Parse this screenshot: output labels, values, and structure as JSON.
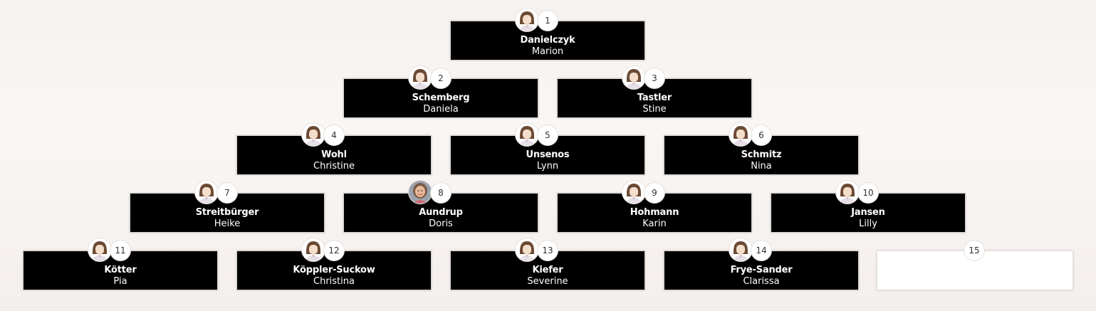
{
  "ladder": {
    "positions": [
      {
        "rank": "1",
        "last_name": "Danielczyk",
        "first_name": "Marion",
        "avatar": "female-placeholder-icon"
      },
      {
        "rank": "2",
        "last_name": "Schemberg",
        "first_name": "Daniela",
        "avatar": "female-placeholder-icon"
      },
      {
        "rank": "3",
        "last_name": "Tastler",
        "first_name": "Stine",
        "avatar": "female-placeholder-icon"
      },
      {
        "rank": "4",
        "last_name": "Wohl",
        "first_name": "Christine",
        "avatar": "female-placeholder-icon"
      },
      {
        "rank": "5",
        "last_name": "Unsenos",
        "first_name": "Lynn",
        "avatar": "female-placeholder-icon"
      },
      {
        "rank": "6",
        "last_name": "Schmitz",
        "first_name": "Nina",
        "avatar": "female-placeholder-icon"
      },
      {
        "rank": "7",
        "last_name": "Streitbürger",
        "first_name": "Heike",
        "avatar": "female-placeholder-icon"
      },
      {
        "rank": "8",
        "last_name": "Aundrup",
        "first_name": "Doris",
        "avatar": "profile-photo"
      },
      {
        "rank": "9",
        "last_name": "Hohmann",
        "first_name": "Karin",
        "avatar": "female-placeholder-icon"
      },
      {
        "rank": "10",
        "last_name": "Jansen",
        "first_name": "Lilly",
        "avatar": "female-placeholder-icon"
      },
      {
        "rank": "11",
        "last_name": "Kötter",
        "first_name": "Pia",
        "avatar": "female-placeholder-icon"
      },
      {
        "rank": "12",
        "last_name": "Köppler-Suckow",
        "first_name": "Christina",
        "avatar": "female-placeholder-icon"
      },
      {
        "rank": "13",
        "last_name": "Kiefer",
        "first_name": "Severine",
        "avatar": "female-placeholder-icon"
      },
      {
        "rank": "14",
        "last_name": "Frye-Sander",
        "first_name": "Clarissa",
        "avatar": "female-placeholder-icon"
      },
      {
        "rank": "15",
        "last_name": "",
        "first_name": "",
        "avatar": ""
      }
    ]
  },
  "colors": {
    "card_background": "#000000",
    "empty_card_background": "#ffffff",
    "text": "#ffffff"
  }
}
